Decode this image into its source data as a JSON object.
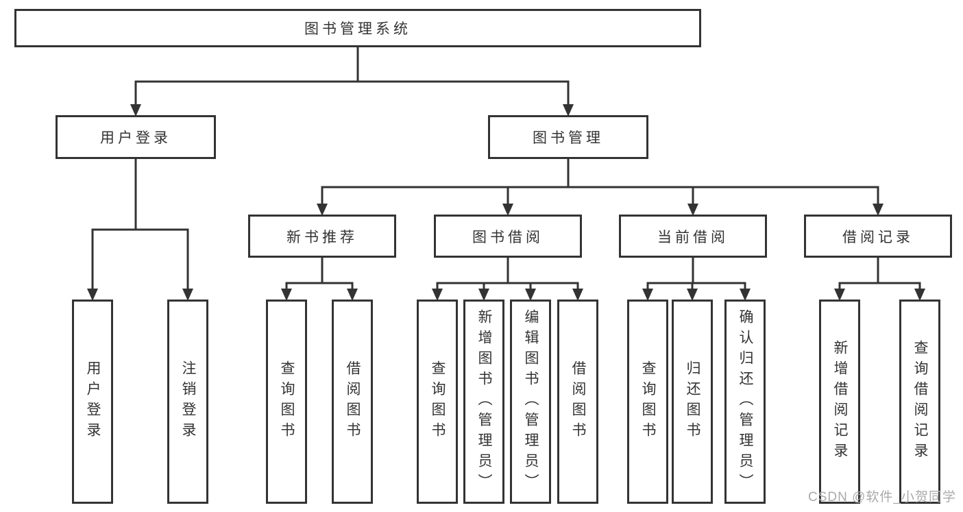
{
  "tree": {
    "root": {
      "label": "图书管理系统"
    },
    "children": [
      {
        "label": "用户登录",
        "children": [
          {
            "label": "用户登录"
          },
          {
            "label": "注销登录"
          }
        ]
      },
      {
        "label": "图书管理",
        "children": [
          {
            "label": "新书推荐",
            "children": [
              {
                "label": "查询图书"
              },
              {
                "label": "借阅图书"
              }
            ]
          },
          {
            "label": "图书借阅",
            "children": [
              {
                "label": "查询图书"
              },
              {
                "label": "新增图书（管理员）"
              },
              {
                "label": "编辑图书（管理员）"
              },
              {
                "label": "借阅图书"
              }
            ]
          },
          {
            "label": "当前借阅",
            "children": [
              {
                "label": "查询图书"
              },
              {
                "label": "归还图书"
              },
              {
                "label": "确认归还（管理员）"
              }
            ]
          },
          {
            "label": "借阅记录",
            "children": [
              {
                "label": "新增借阅记录"
              },
              {
                "label": "查询借阅记录"
              }
            ]
          }
        ]
      }
    ]
  },
  "watermark": "CSDN @软件_小贺同学",
  "colors": {
    "line": "#333333",
    "text": "#333333",
    "box_background": "#ffffff",
    "watermark": "#a9a9a9"
  }
}
